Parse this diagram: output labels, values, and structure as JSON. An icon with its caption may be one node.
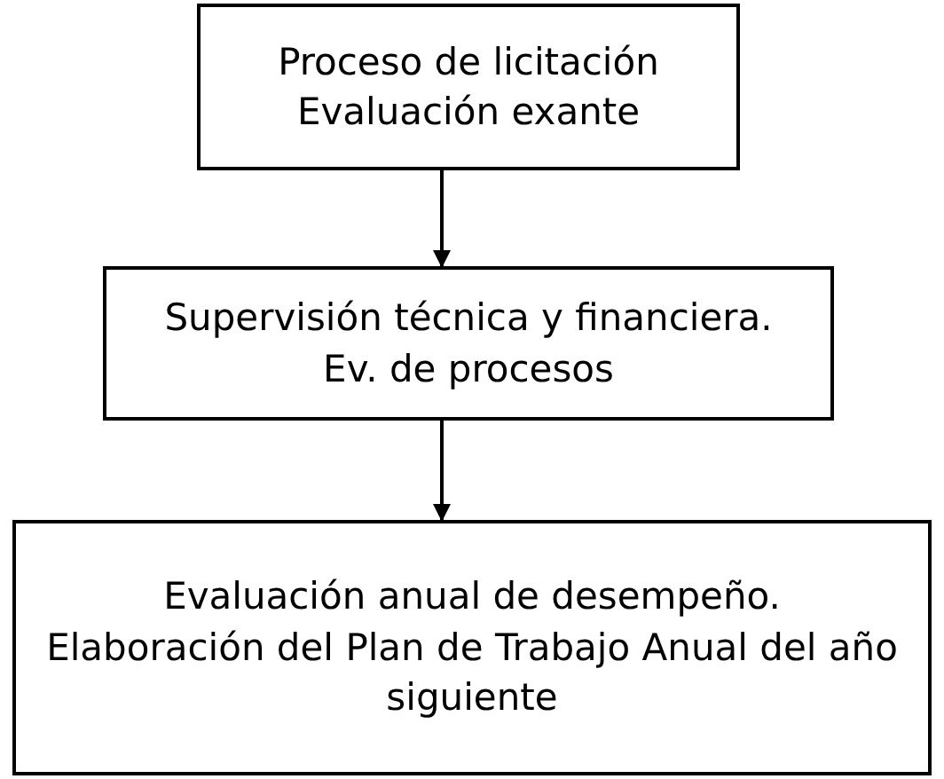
{
  "diagram": {
    "nodes": [
      {
        "text": [
          "Proceso de licitación",
          "Evaluación exante"
        ]
      },
      {
        "text": [
          "Supervisión técnica y financiera.",
          "Ev. de procesos"
        ]
      },
      {
        "text": [
          "Evaluación anual de desempeño.",
          "Elaboración del Plan de Trabajo Anual del año siguiente"
        ]
      }
    ],
    "edges": [
      {
        "from": 0,
        "to": 1,
        "arrow": "to"
      },
      {
        "from": 1,
        "to": 2,
        "arrow": "to"
      }
    ]
  }
}
